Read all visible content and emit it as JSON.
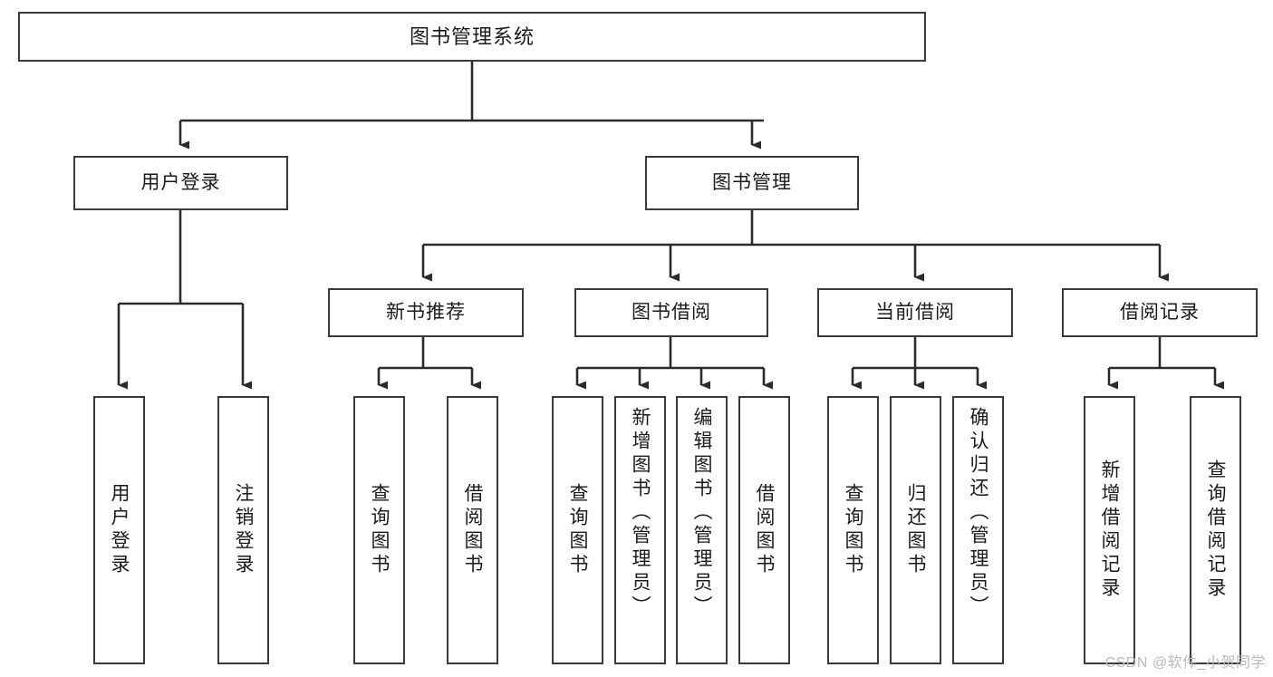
{
  "diagram": {
    "title": "图书管理系统",
    "type": "hierarchy-tree",
    "watermark": "CSDN @软件_小贺同学",
    "colors": {
      "box_border": "#3a3a3a",
      "box_fill": "#ffffff",
      "edge": "#2b2b2b",
      "text": "#1b1b1b",
      "watermark": "#b9b9b9"
    },
    "levels": {
      "root": {
        "label": "图书管理系统"
      },
      "level2": [
        {
          "label": "用户登录"
        },
        {
          "label": "图书管理"
        }
      ],
      "level3": [
        {
          "label": "新书推荐"
        },
        {
          "label": "图书借阅"
        },
        {
          "label": "当前借阅"
        },
        {
          "label": "借阅记录"
        }
      ],
      "leaves": {
        "user_login": [
          {
            "label": "用户登录"
          },
          {
            "label": "注销登录"
          }
        ],
        "new_book_recommend": [
          {
            "label": "查询图书"
          },
          {
            "label": "借阅图书"
          }
        ],
        "book_borrow": [
          {
            "label": "查询图书"
          },
          {
            "label": "新增图书（管理员）"
          },
          {
            "label": "编辑图书（管理员）"
          },
          {
            "label": "借阅图书"
          }
        ],
        "current_borrow": [
          {
            "label": "查询图书"
          },
          {
            "label": "归还图书"
          },
          {
            "label": "确认归还（管理员）"
          }
        ],
        "borrow_record": [
          {
            "label": "新增借阅记录"
          },
          {
            "label": "查询借阅记录"
          }
        ]
      }
    }
  }
}
